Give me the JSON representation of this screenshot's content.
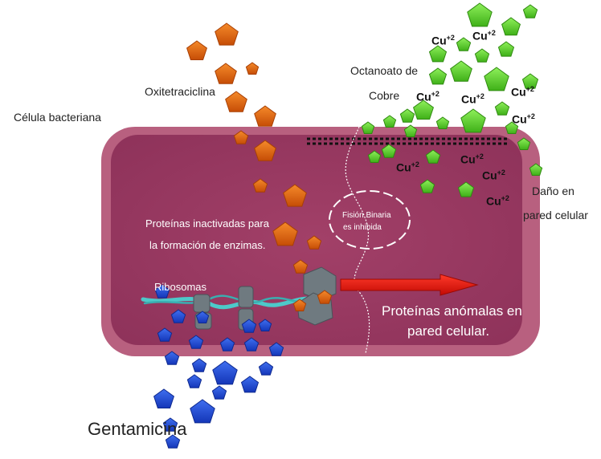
{
  "labels": {
    "cell": "Célula bacteriana",
    "oxytetracycline": "Oxitetraciclina",
    "copper_octanoate_line1": "Octanoato de",
    "copper_octanoate_line2": "Cobre",
    "wall_damage_line1": "Daño en",
    "wall_damage_line2": "pared celular",
    "inactivated_proteins_line1": "Proteínas inactivadas para",
    "inactivated_proteins_line2": "la formación de enzimas.",
    "ribosomes": "Ribosomas",
    "binary_fission_line1": "Fisión Binaria",
    "binary_fission_line2": "es inhibida",
    "abnormal_proteins_line1": "Proteínas anómalas en",
    "abnormal_proteins_line2": "pared celular.",
    "gentamicin": "Gentamicina"
  },
  "copper_ion": {
    "symbol": "Cu",
    "charge": "+2"
  },
  "colors": {
    "cell_outer": "#b8607f",
    "cell_inner": "#9b3a63",
    "oxytetracycline": "#e8620c",
    "copper": "#5fd02a",
    "gentamicin": "#2353d8",
    "arrow": "#e8120c",
    "dna_strand": "#4dc9c9",
    "ribosome": "#6f7a80"
  },
  "icons": [
    "pentagon-molecule",
    "ribosome-icon",
    "dna-strand",
    "cell-wall-dotted-line",
    "arrow-right"
  ]
}
